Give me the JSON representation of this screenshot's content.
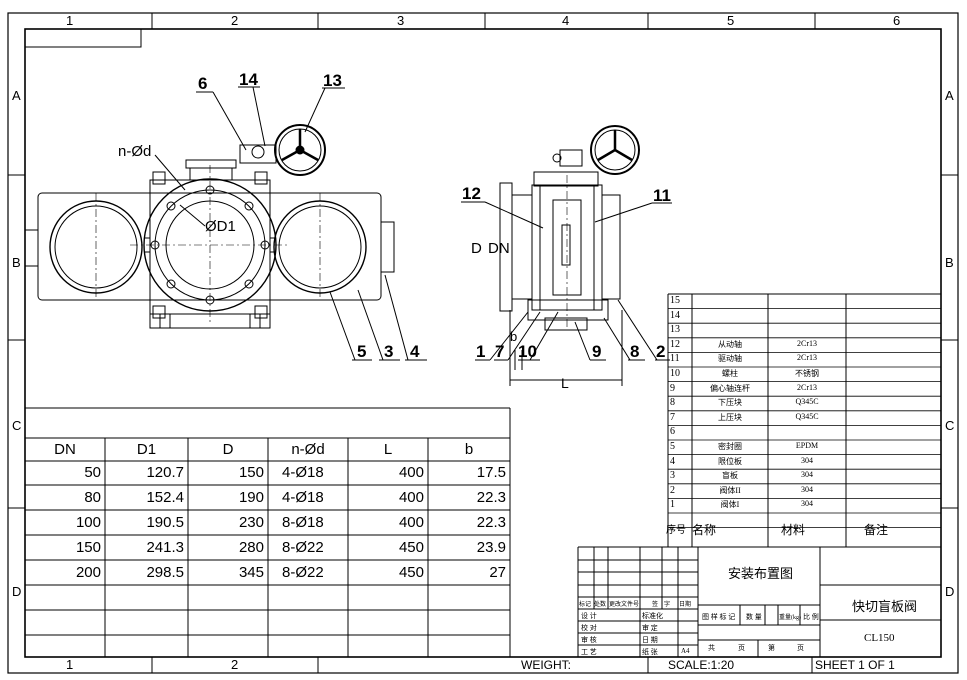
{
  "border": {
    "columns": [
      "1",
      "2",
      "3",
      "4",
      "5",
      "6"
    ],
    "rows": [
      "A",
      "B",
      "C",
      "D"
    ]
  },
  "callouts": {
    "left_view": [
      "6",
      "14",
      "13",
      "n-Ød",
      "ØD1",
      "5",
      "3",
      "4"
    ],
    "right_view": [
      "12",
      "11",
      "D",
      "DN",
      "1",
      "7",
      "10",
      "9",
      "8",
      "2",
      "b",
      "L"
    ]
  },
  "dim_table": {
    "headers": [
      "DN",
      "D1",
      "D",
      "n-Ød",
      "L",
      "b"
    ],
    "rows": [
      [
        "50",
        "120.7",
        "150",
        "4-Ø18",
        "400",
        "17.5"
      ],
      [
        "80",
        "152.4",
        "190",
        "4-Ø18",
        "400",
        "22.3"
      ],
      [
        "100",
        "190.5",
        "230",
        "8-Ø18",
        "400",
        "22.3"
      ],
      [
        "150",
        "241.3",
        "280",
        "8-Ø22",
        "450",
        "23.9"
      ],
      [
        "200",
        "298.5",
        "345",
        "8-Ø22",
        "450",
        "27"
      ]
    ]
  },
  "bom": {
    "rows": [
      [
        "15",
        "",
        "",
        ""
      ],
      [
        "14",
        "",
        "",
        ""
      ],
      [
        "13",
        "",
        "",
        ""
      ],
      [
        "12",
        "从动轴",
        "2Cr13",
        ""
      ],
      [
        "11",
        "驱动轴",
        "2Cr13",
        ""
      ],
      [
        "10",
        "螺柱",
        "不锈钢",
        ""
      ],
      [
        "9",
        "偏心轴连杆",
        "2Cr13",
        ""
      ],
      [
        "8",
        "下压块",
        "Q345C",
        ""
      ],
      [
        "7",
        "上压块",
        "Q345C",
        ""
      ],
      [
        "6",
        "",
        "",
        ""
      ],
      [
        "5",
        "密封圈",
        "EPDM",
        ""
      ],
      [
        "4",
        "限位板",
        "304",
        ""
      ],
      [
        "3",
        "盲板",
        "304",
        ""
      ],
      [
        "2",
        "阀体II",
        "304",
        ""
      ],
      [
        "1",
        "阀体I",
        "304",
        ""
      ]
    ],
    "header": [
      "序号",
      "名称",
      "材料",
      "备注"
    ]
  },
  "title_block": {
    "drawing_title": "安装布置图",
    "product_name": "快切盲板阀",
    "model": "CL150",
    "labels_row1": [
      "标记",
      "处数",
      "更改文件号",
      "签",
      "字",
      "日期"
    ],
    "left_labels": [
      "设 计",
      "校 对",
      "审 核",
      "工 艺"
    ],
    "mid_labels": [
      "标准化",
      "审 定",
      "日 期",
      "纸 张"
    ],
    "paper_size": "A4",
    "right_labels": [
      "图 样 标 记",
      "数 量",
      "重量(kg)",
      "比 例"
    ],
    "page_labels": [
      "共",
      "页",
      "第",
      "页"
    ],
    "weight": "WEIGHT:",
    "scale": "SCALE:1:20",
    "sheet": "SHEET 1 OF 1"
  }
}
